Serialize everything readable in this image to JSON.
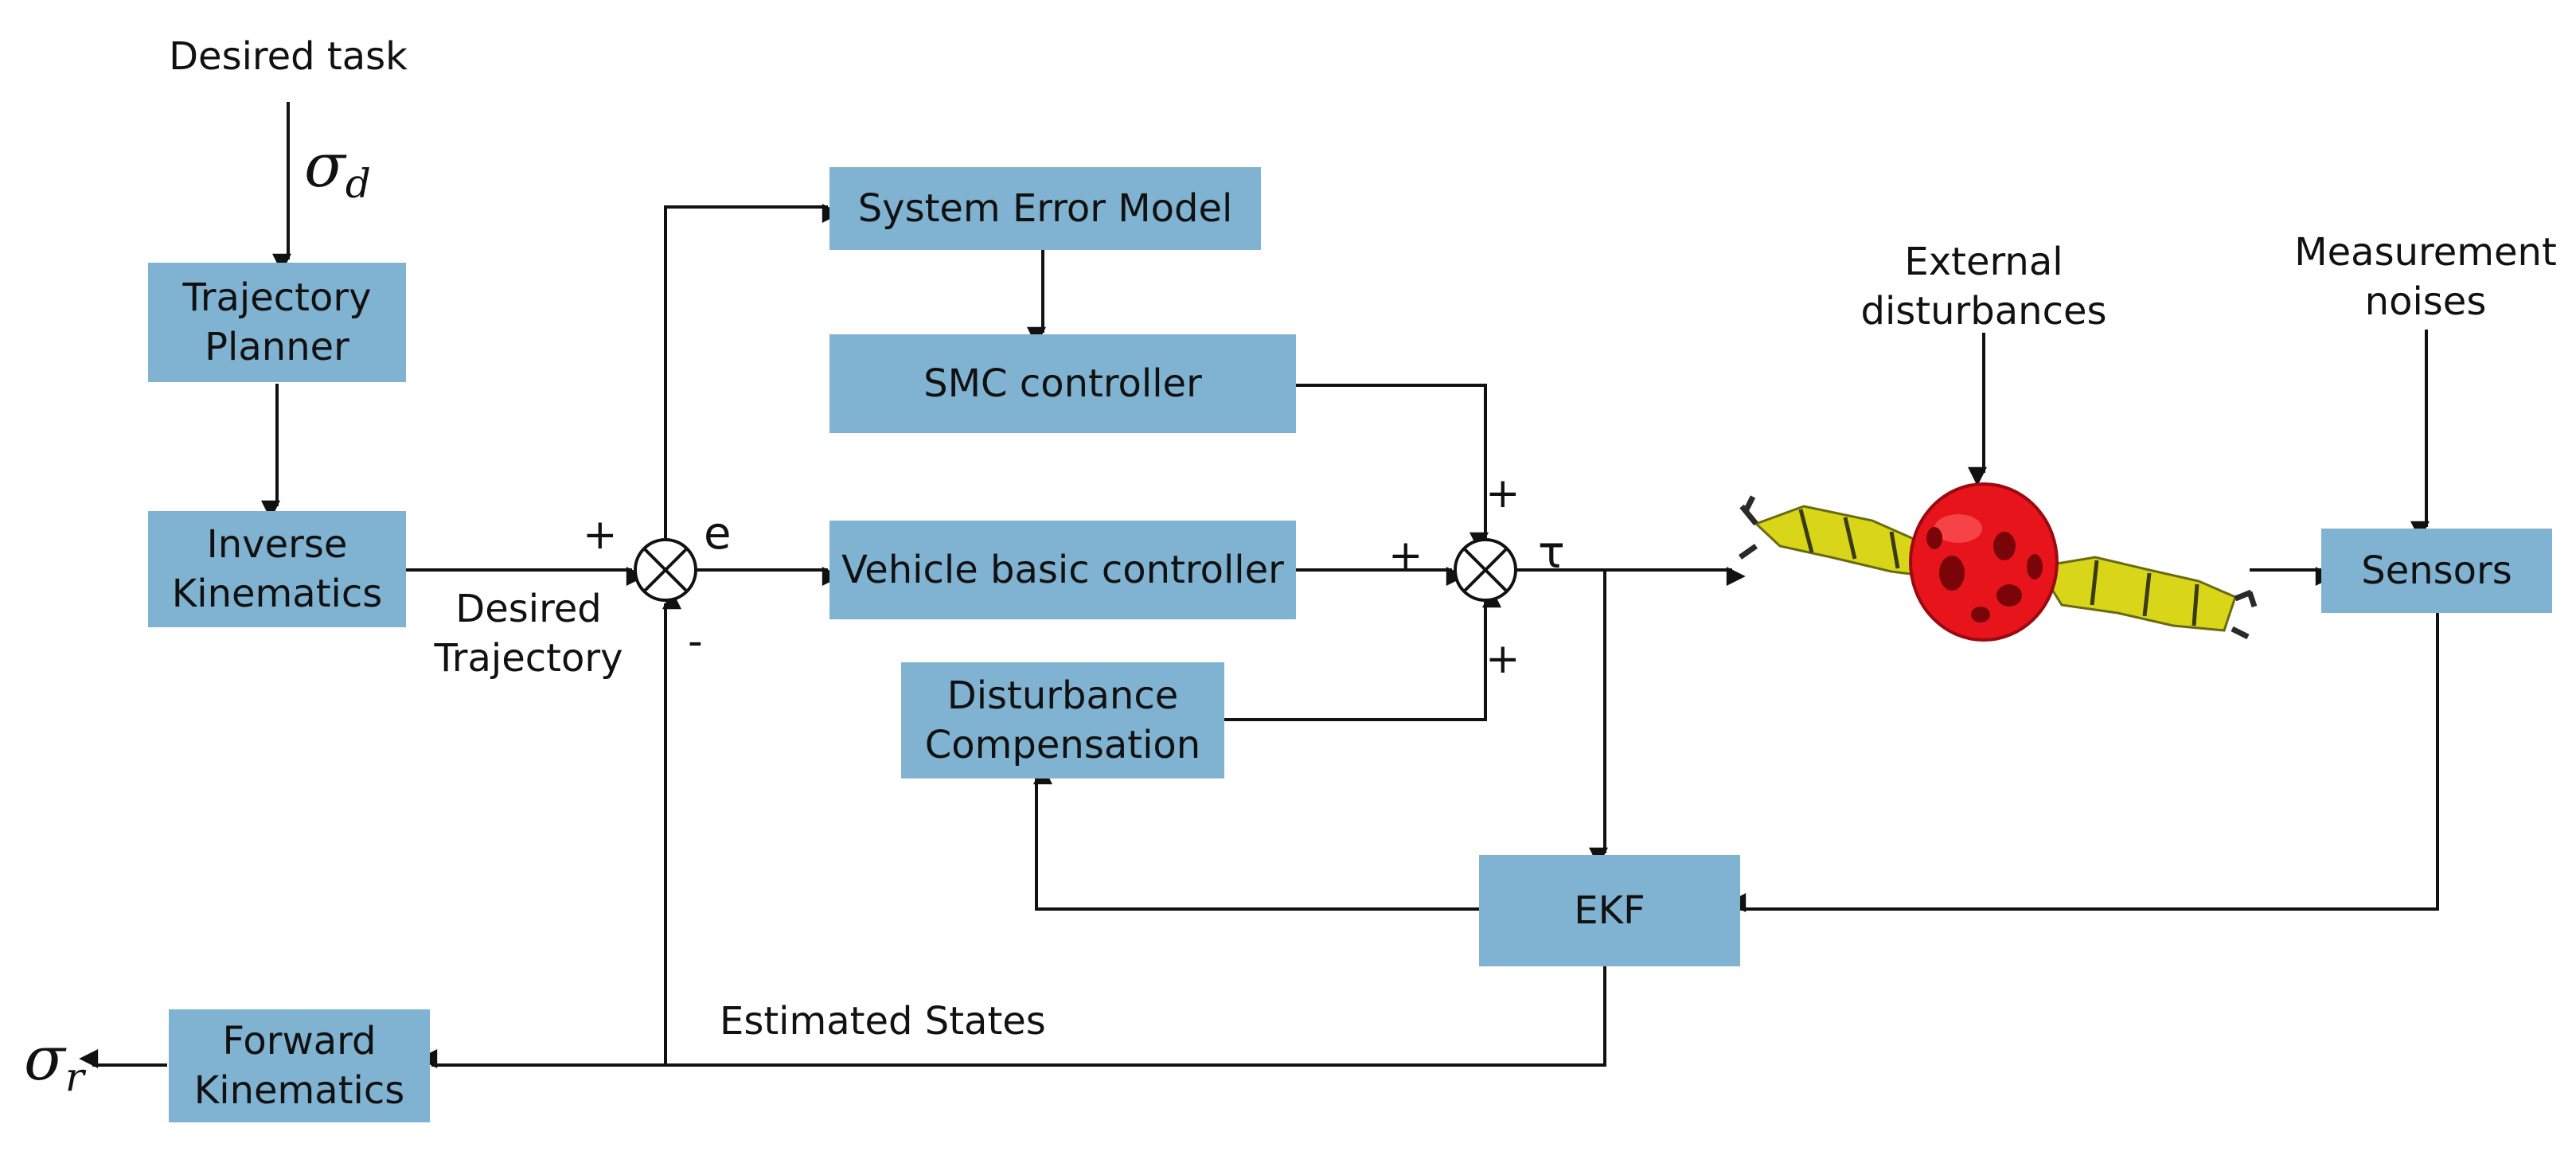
{
  "inputs": {
    "desired_task": "Desired task",
    "sigma_d_base": "σ",
    "sigma_d_sub": "d",
    "sigma_r_base": "σ",
    "sigma_r_sub": "r"
  },
  "blocks": {
    "trajectory_planner": [
      "Trajectory",
      "Planner"
    ],
    "inverse_kinematics": [
      "Inverse",
      "Kinematics"
    ],
    "system_error_model": "System Error Model",
    "smc_controller": "SMC controller",
    "vehicle_basic_controller": "Vehicle basic controller",
    "disturbance_compensation": [
      "Disturbance",
      "Compensation"
    ],
    "ekf": "EKF",
    "sensors": "Sensors",
    "forward_kinematics": [
      "Forward",
      "Kinematics"
    ]
  },
  "labels": {
    "desired_trajectory": [
      "Desired",
      "Trajectory"
    ],
    "external_disturbances": [
      "External",
      "disturbances"
    ],
    "measurement_noises": [
      "Measurement",
      "noises"
    ],
    "estimated_states": "Estimated States",
    "error": "e",
    "tau": "τ"
  },
  "signs": {
    "sum1_in": "+",
    "sum1_fb": "-",
    "sum2_top": "+",
    "sum2_left": "+",
    "sum2_bottom": "+"
  },
  "colors": {
    "block_fill": "#7fb3d1",
    "vehicle_body": "#e8141c",
    "vehicle_arms": "#d9d61a"
  }
}
